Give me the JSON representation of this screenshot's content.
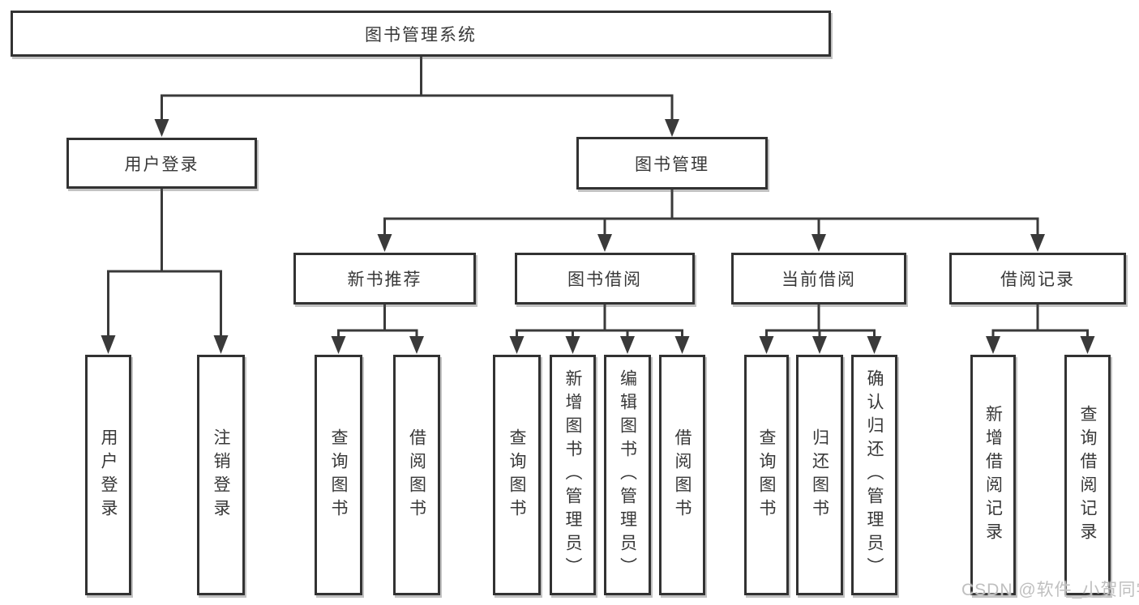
{
  "title": "图书管理系统",
  "tree": {
    "label": "图书管理系统",
    "children": [
      {
        "label": "用户登录",
        "children": [
          {
            "label": "用户登录"
          },
          {
            "label": "注销登录"
          }
        ]
      },
      {
        "label": "图书管理",
        "children": [
          {
            "label": "新书推荐",
            "children": [
              {
                "label": "查询图书"
              },
              {
                "label": "借阅图书"
              }
            ]
          },
          {
            "label": "图书借阅",
            "children": [
              {
                "label": "查询图书"
              },
              {
                "label": "新增图书（管理员）"
              },
              {
                "label": "编辑图书（管理员）"
              },
              {
                "label": "借阅图书"
              }
            ]
          },
          {
            "label": "当前借阅",
            "children": [
              {
                "label": "查询图书"
              },
              {
                "label": "归还图书"
              },
              {
                "label": "确认归还（管理员）"
              }
            ]
          },
          {
            "label": "借阅记录",
            "children": [
              {
                "label": "新增借阅记录"
              },
              {
                "label": "查询借阅记录"
              }
            ]
          }
        ]
      }
    ]
  },
  "watermark": "CSDN @软件_小贺同学",
  "colors": {
    "line": "#3a3a3a",
    "box_border": "#323232",
    "text": "#383838",
    "watermark": "#bfbfbf",
    "background": "#ffffff"
  }
}
